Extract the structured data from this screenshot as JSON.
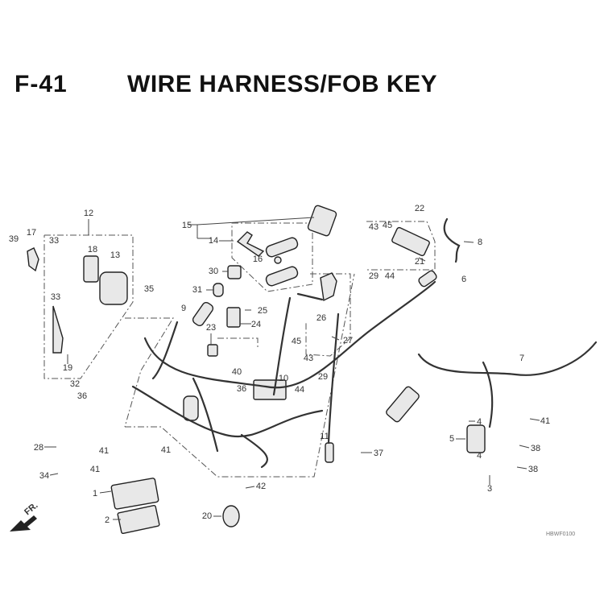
{
  "header": {
    "code": "F-41",
    "title": "WIRE HARNESS/FOB KEY"
  },
  "callouts": [
    "12",
    "17",
    "39",
    "33",
    "18",
    "13",
    "33",
    "35",
    "19",
    "32",
    "36",
    "9",
    "30",
    "31",
    "25",
    "24",
    "23",
    "15",
    "14",
    "16",
    "40",
    "36",
    "45",
    "10",
    "44",
    "43",
    "29",
    "26",
    "27",
    "22",
    "43",
    "45",
    "29",
    "44",
    "21",
    "8",
    "6",
    "7",
    "11",
    "37",
    "41",
    "4",
    "5",
    "38",
    "4",
    "38",
    "3",
    "28",
    "41",
    "41",
    "41",
    "34",
    "1",
    "42",
    "2",
    "20"
  ],
  "direction_label": "FR.",
  "reference_code": "HBWF0100"
}
